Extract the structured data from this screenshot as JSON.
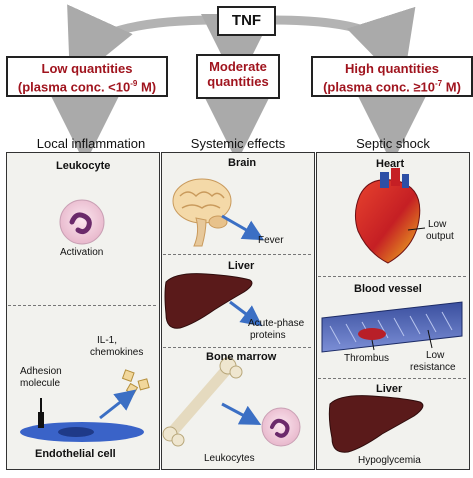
{
  "tnf": "TNF",
  "quantities": {
    "low": {
      "line1": "Low quantities",
      "line2_pre": "(plasma conc. <10",
      "line2_sup": "-9",
      "line2_post": " M)"
    },
    "moderate": {
      "line1": "Moderate",
      "line2": "quantities"
    },
    "high": {
      "line1": "High quantities",
      "line2_pre": "(plasma conc. ≥10",
      "line2_sup": "-7",
      "line2_post": " M)"
    }
  },
  "columns": {
    "local": "Local inflammation",
    "systemic": "Systemic effects",
    "septic": "Septic shock"
  },
  "local_panel": {
    "leukocyte_title": "Leukocyte",
    "activation": "Activation",
    "il1_line1": "IL-1,",
    "il1_line2": "chemokines",
    "adhesion_line1": "Adhesion",
    "adhesion_line2": "molecule",
    "endothelial": "Endothelial cell"
  },
  "systemic_panel": {
    "brain_title": "Brain",
    "fever": "Fever",
    "liver_title": "Liver",
    "acute_line1": "Acute-phase",
    "acute_line2": "proteins",
    "marrow_title": "Bone marrow",
    "leukocytes": "Leukocytes"
  },
  "septic_panel": {
    "heart_title": "Heart",
    "low_output_line1": "Low",
    "low_output_line2": "output",
    "vessel_title": "Blood vessel",
    "thrombus": "Thrombus",
    "low_res_line1": "Low",
    "low_res_line2": "resistance",
    "liver_title": "Liver",
    "hypoglycemia": "Hypoglycemia"
  },
  "colors": {
    "accent_red": "#a0141e",
    "arrow_blue": "#3b6fc4",
    "liver": "#5a1a1a",
    "heart": "#c0262c"
  }
}
